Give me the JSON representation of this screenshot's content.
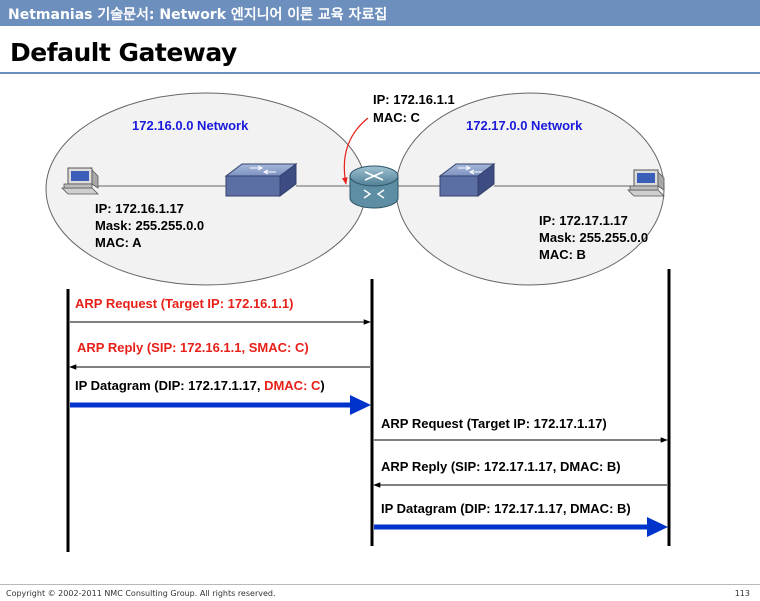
{
  "header": {
    "banner": "Netmanias 기술문서: Network 엔지니어 이론 교육 자료집",
    "title": "Default Gateway"
  },
  "footer": {
    "copyright": "Copyright © 2002-2011 NMC Consulting Group. All rights reserved.",
    "page_number": "113"
  },
  "networks": {
    "left": {
      "label": "172.16.0.0 Network"
    },
    "right": {
      "label": "172.17.0.0 Network"
    }
  },
  "hosts": {
    "left": {
      "ip": "IP: 172.16.1.17",
      "mask": "Mask: 255.255.0.0",
      "mac": "MAC: A"
    },
    "right": {
      "ip": "IP: 172.17.1.17",
      "mask": "Mask: 255.255.0.0",
      "mac": "MAC: B"
    }
  },
  "router": {
    "ip": "IP: 172.16.1.1",
    "mac": "MAC: C"
  },
  "messages": {
    "m1": "ARP Request (Target IP: 172.16.1.1)",
    "m2": "ARP Reply (SIP: 172.16.1.1, SMAC: C)",
    "m3_main": "IP Datagram (DIP: 172.17.1.17, ",
    "m3_dmac": "DMAC: C",
    "m3_close": ")",
    "m4": "ARP Request (Target IP: 172.17.1.17)",
    "m5": "ARP Reply (SIP: 172.17.1.17, DMAC: B)",
    "m6": "IP Datagram (DIP: 172.17.1.17, DMAC: B)"
  },
  "colors": {
    "network_label": "#1a1adb",
    "arp_red": "#e8201a",
    "datagram_blue": "#0033cc",
    "banner": "#6d8fbd"
  }
}
